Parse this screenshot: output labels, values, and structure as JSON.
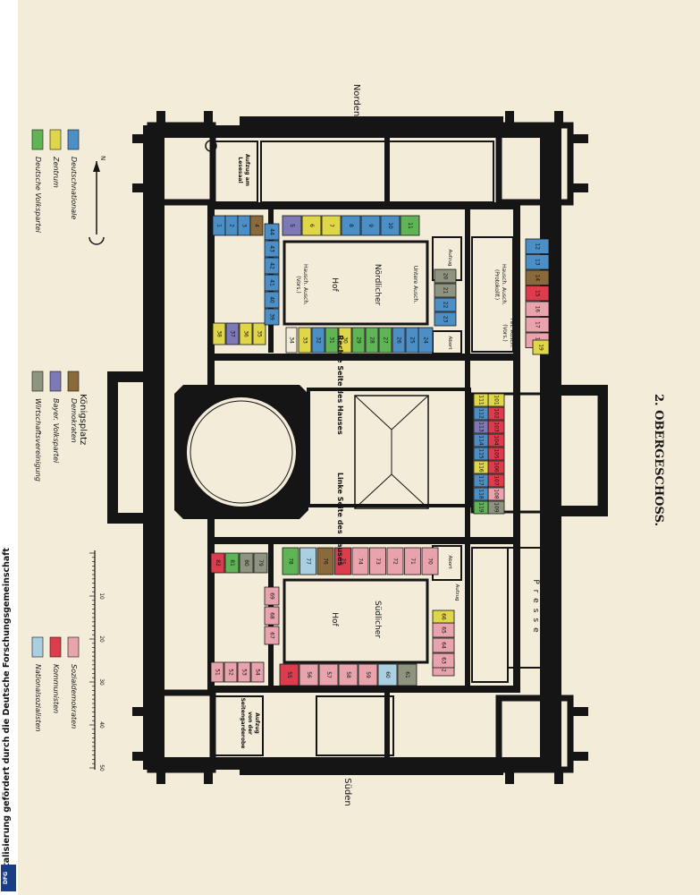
{
  "title": "2. OBERGESCHOSS.",
  "compass": {
    "north": "Norden",
    "south": "Süden",
    "arrow_letter": "N"
  },
  "place": "Königsplatz",
  "rooms": {
    "right_side": "Rechte Seite des Hauses",
    "left_side": "Linke Seite des Hauses",
    "north_court": "Nördlicher Hof",
    "south_court": "Südlicher Hof",
    "north_court_1": "Nördlicher",
    "north_court_2": "Hof",
    "south_court_1": "Südlicher",
    "south_court_2": "Hof",
    "hausch_vors": "Hausch. Ausch. (Vors.)",
    "hausch_1": "Hausch. Ausch.",
    "hausch_2": "(Vors.)",
    "untere_ausch": "Untere Ausch.",
    "hausch_protokoll_1": "Hausch. Ausch.",
    "hausch_protokoll_2": "(Protokollf.)",
    "pet_1": "Pet. Ausch.",
    "pet_2": "(Vors.)",
    "aufzug_lesesaal_1": "Aufzug am",
    "aufzug_lesesaal_2": "Lesesaal",
    "aufzug_seiten_1": "Aufzug",
    "aufzug_seiten_2": "von der",
    "aufzug_seiten_3": "Seitengarderobe",
    "aufzug": "Aufzug",
    "abort": "Abort",
    "presse": "Presse"
  },
  "legend": {
    "group1": [
      {
        "label": "Deutschnationale",
        "color": "#4b8fc6"
      },
      {
        "label": "Zentrum",
        "color": "#dfd64a"
      },
      {
        "label": "Deutsche Volkspartei",
        "color": "#5fb556"
      }
    ],
    "group2": [
      {
        "label": "Demokraten",
        "color": "#8a6a3a"
      },
      {
        "label": "Bayer. Volkspartei",
        "color": "#7d78b6"
      },
      {
        "label": "Wirtschaftsvereinigung",
        "color": "#8f9480"
      }
    ],
    "group3": [
      {
        "label": "Sozialdemokraten",
        "color": "#e9a3ac"
      },
      {
        "label": "Kommunisten",
        "color": "#dd3c4c"
      },
      {
        "label": "Nationalsozialisten",
        "color": "#a9cfe0"
      }
    ]
  },
  "scale_numbers": [
    "10",
    "20",
    "30",
    "40",
    "50"
  ],
  "rooms_numbered": [
    {
      "n": "1",
      "p": "dn"
    },
    {
      "n": "2",
      "p": "dn"
    },
    {
      "n": "3",
      "p": "dn"
    },
    {
      "n": "4",
      "p": "dem"
    },
    {
      "n": "5",
      "p": "bvp"
    },
    {
      "n": "6",
      "p": "z"
    },
    {
      "n": "7",
      "p": "z"
    },
    {
      "n": "8",
      "p": "dn"
    },
    {
      "n": "9",
      "p": "dn"
    },
    {
      "n": "10",
      "p": "dn"
    },
    {
      "n": "11",
      "p": "dvp"
    },
    {
      "n": "12",
      "p": "dn"
    },
    {
      "n": "13",
      "p": "dn"
    },
    {
      "n": "14",
      "p": "dem"
    },
    {
      "n": "15",
      "p": "k"
    },
    {
      "n": "16",
      "p": "s"
    },
    {
      "n": "17",
      "p": "s"
    },
    {
      "n": "18",
      "p": "s"
    },
    {
      "n": "19",
      "p": "z"
    },
    {
      "n": "20",
      "p": "w"
    },
    {
      "n": "21",
      "p": "w"
    },
    {
      "n": "22",
      "p": "dn"
    },
    {
      "n": "23",
      "p": "dn"
    },
    {
      "n": "24",
      "p": "dn"
    },
    {
      "n": "25",
      "p": "dn"
    },
    {
      "n": "26",
      "p": "dn"
    },
    {
      "n": "27",
      "p": "dvp"
    },
    {
      "n": "28",
      "p": "dvp"
    },
    {
      "n": "29",
      "p": "dvp"
    },
    {
      "n": "30",
      "p": "z"
    },
    {
      "n": "31",
      "p": "dvp"
    },
    {
      "n": "32",
      "p": "dn"
    },
    {
      "n": "33",
      "p": "z"
    },
    {
      "n": "34",
      "p": ""
    },
    {
      "n": "35",
      "p": "z"
    },
    {
      "n": "36",
      "p": "z"
    },
    {
      "n": "37",
      "p": "bvp"
    },
    {
      "n": "38",
      "p": "z"
    },
    {
      "n": "39",
      "p": "dn"
    },
    {
      "n": "40",
      "p": "dn"
    },
    {
      "n": "41",
      "p": "dn"
    },
    {
      "n": "42",
      "p": "dn"
    },
    {
      "n": "43",
      "p": "dn"
    },
    {
      "n": "44",
      "p": "dn"
    },
    {
      "n": "51",
      "p": "s"
    },
    {
      "n": "52",
      "p": "s"
    },
    {
      "n": "53",
      "p": "s"
    },
    {
      "n": "54",
      "p": "s"
    },
    {
      "n": "55",
      "p": "k"
    },
    {
      "n": "56",
      "p": "s"
    },
    {
      "n": "57",
      "p": "s"
    },
    {
      "n": "58",
      "p": "s"
    },
    {
      "n": "59",
      "p": "s"
    },
    {
      "n": "60",
      "p": "ns"
    },
    {
      "n": "61",
      "p": "w"
    },
    {
      "n": "62",
      "p": "s"
    },
    {
      "n": "63",
      "p": "s"
    },
    {
      "n": "64",
      "p": "s"
    },
    {
      "n": "65",
      "p": "s"
    },
    {
      "n": "66",
      "p": "z"
    },
    {
      "n": "67",
      "p": "s"
    },
    {
      "n": "68",
      "p": "s"
    },
    {
      "n": "69",
      "p": "s"
    },
    {
      "n": "70",
      "p": "s"
    },
    {
      "n": "71",
      "p": "s"
    },
    {
      "n": "72",
      "p": "s"
    },
    {
      "n": "73",
      "p": "s"
    },
    {
      "n": "74",
      "p": "s"
    },
    {
      "n": "75",
      "p": "k"
    },
    {
      "n": "76",
      "p": "dem"
    },
    {
      "n": "77",
      "p": "ns"
    },
    {
      "n": "78",
      "p": "dvp"
    },
    {
      "n": "79",
      "p": "w"
    },
    {
      "n": "80",
      "p": "w"
    },
    {
      "n": "81",
      "p": "dvp"
    },
    {
      "n": "82",
      "p": "k"
    },
    {
      "n": "101",
      "p": "z"
    },
    {
      "n": "102",
      "p": "k"
    },
    {
      "n": "103",
      "p": "k"
    },
    {
      "n": "104",
      "p": "k"
    },
    {
      "n": "105",
      "p": "k"
    },
    {
      "n": "106",
      "p": "k"
    },
    {
      "n": "107",
      "p": "k"
    },
    {
      "n": "108",
      "p": "s"
    },
    {
      "n": "109",
      "p": "w"
    },
    {
      "n": "111",
      "p": "z"
    },
    {
      "n": "112",
      "p": "dn"
    },
    {
      "n": "113",
      "p": "bvp"
    },
    {
      "n": "114",
      "p": "dn"
    },
    {
      "n": "115",
      "p": "dn"
    },
    {
      "n": "116",
      "p": "z"
    },
    {
      "n": "117",
      "p": "dn"
    },
    {
      "n": "118",
      "p": "dn"
    },
    {
      "n": "119",
      "p": "dvp"
    }
  ],
  "party_colors": {
    "dn": "#4b8fc6",
    "z": "#dfd64a",
    "dvp": "#5fb556",
    "dem": "#8a6a3a",
    "bvp": "#7d78b6",
    "w": "#8f9480",
    "s": "#e9a3ac",
    "k": "#dd3c4c",
    "ns": "#a9cfe0"
  },
  "footer": "Digitalisierung gefördert durch die Deutsche Forschungsgemeinschaft",
  "logo": "DFG"
}
